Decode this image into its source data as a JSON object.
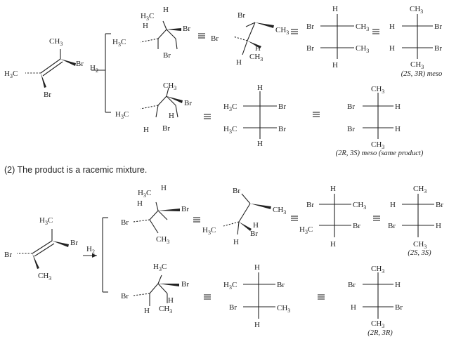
{
  "section2_note": "(2) The product is a racemic mixture.",
  "labels": {
    "ch3": "CH",
    "three": "3",
    "h3c": "H",
    "three_c": "3",
    "c": "C",
    "br": "Br",
    "h": "H",
    "h2": "H",
    "two": "2"
  },
  "captions": {
    "p1": "(2S, 3R) meso",
    "p2": "(2R, 3S) meso (same product)",
    "p3": "(2S, 3S)",
    "p4": "(2R, 3R)"
  }
}
